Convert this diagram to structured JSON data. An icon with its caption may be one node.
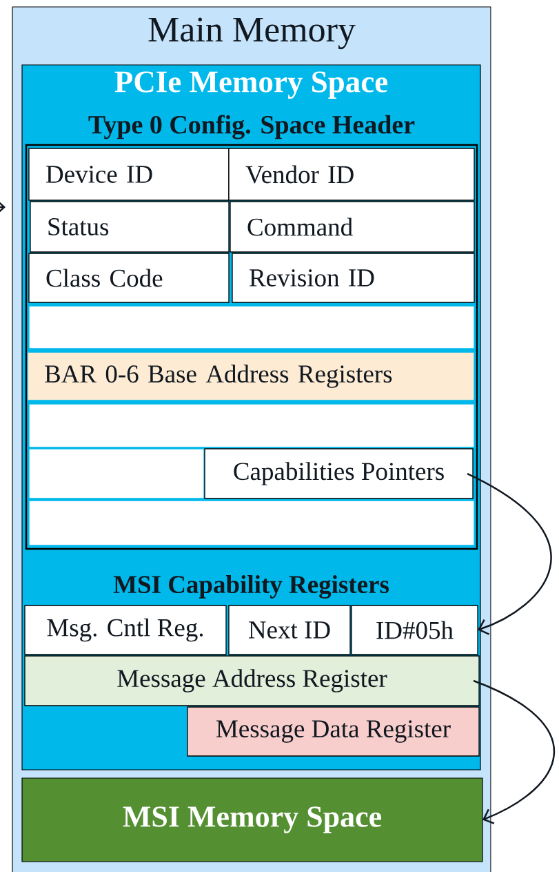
{
  "diagram": {
    "nodes": [
      {
        "text": [
          "Main Memory"
        ]
      },
      {
        "text": [
          "PCIe Memory Space",
          "MSI Capability Registers"
        ],
        "in": 0
      },
      {
        "text": [
          "Type 0 Config. Space Header"
        ],
        "in": 1
      },
      {
        "text": [
          "Device ID"
        ],
        "in": 2
      },
      {
        "text": [
          "Vendor ID"
        ],
        "in": 2
      },
      {
        "text": [
          "Status"
        ],
        "in": 2
      },
      {
        "text": [
          "Command"
        ],
        "in": 2
      },
      {
        "text": [
          "Class Code"
        ],
        "in": 2
      },
      {
        "text": [
          "Revision ID"
        ],
        "in": 2
      },
      {
        "text": [],
        "shape": "box",
        "in": 2
      },
      {
        "text": [
          "BAR 0-6 Base Address Registers"
        ],
        "in": 2
      },
      {
        "text": [],
        "shape": "box",
        "in": 2
      },
      {
        "text": [],
        "shape": "box",
        "in": 2
      },
      {
        "text": [
          "Capabilities Pointers"
        ],
        "in": 2
      },
      {
        "text": [],
        "shape": "box",
        "in": 2
      },
      {
        "text": [
          "Msg. Cntl Reg."
        ],
        "in": 1
      },
      {
        "text": [
          "Next ID"
        ],
        "in": 1
      },
      {
        "text": [
          "ID#05h"
        ],
        "in": 1
      },
      {
        "text": [
          "Message Address Register"
        ],
        "in": 1
      },
      {
        "text": [
          "Message Data Register"
        ],
        "in": 1
      },
      {
        "text": [
          "MSI Memory Space"
        ],
        "in": 0
      }
    ],
    "edges": [
      {
        "from": null,
        "to": 0,
        "arrow": "to"
      },
      {
        "from": 13,
        "to": 17,
        "arrow": "to"
      },
      {
        "from": 18,
        "to": 20,
        "arrow": "to"
      }
    ]
  }
}
